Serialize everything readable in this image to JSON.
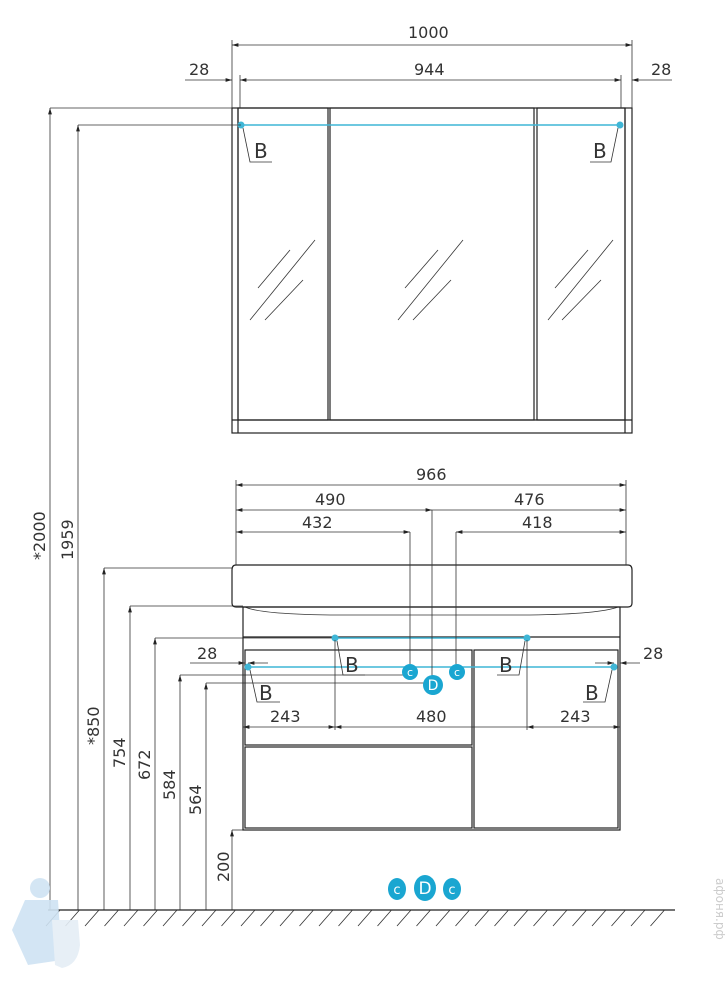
{
  "mirror_cabinet": {
    "width_total": "1000",
    "width_inner": "944",
    "side_left": "28",
    "side_right": "28",
    "label_b_left": "B",
    "label_b_right": "B"
  },
  "heights": {
    "h2000": "*2000",
    "h1959": "1959",
    "h850": "*850",
    "h754": "754",
    "h672": "672",
    "h584": "584",
    "h564": "564",
    "h200": "200"
  },
  "vanity": {
    "width_total": "966",
    "w490": "490",
    "w476": "476",
    "w432": "432",
    "w418": "418",
    "side_left": "28",
    "side_right": "28",
    "w243_left": "243",
    "w480": "480",
    "w243_right": "243",
    "b_labels": [
      "B",
      "B",
      "B",
      "B"
    ],
    "c_label": "c",
    "d_label": "D"
  },
  "legend": {
    "c1": "c",
    "d": "D",
    "c2": "c"
  },
  "watermark": "афоня.рф",
  "colors": {
    "accent": "#3fb6d6"
  }
}
